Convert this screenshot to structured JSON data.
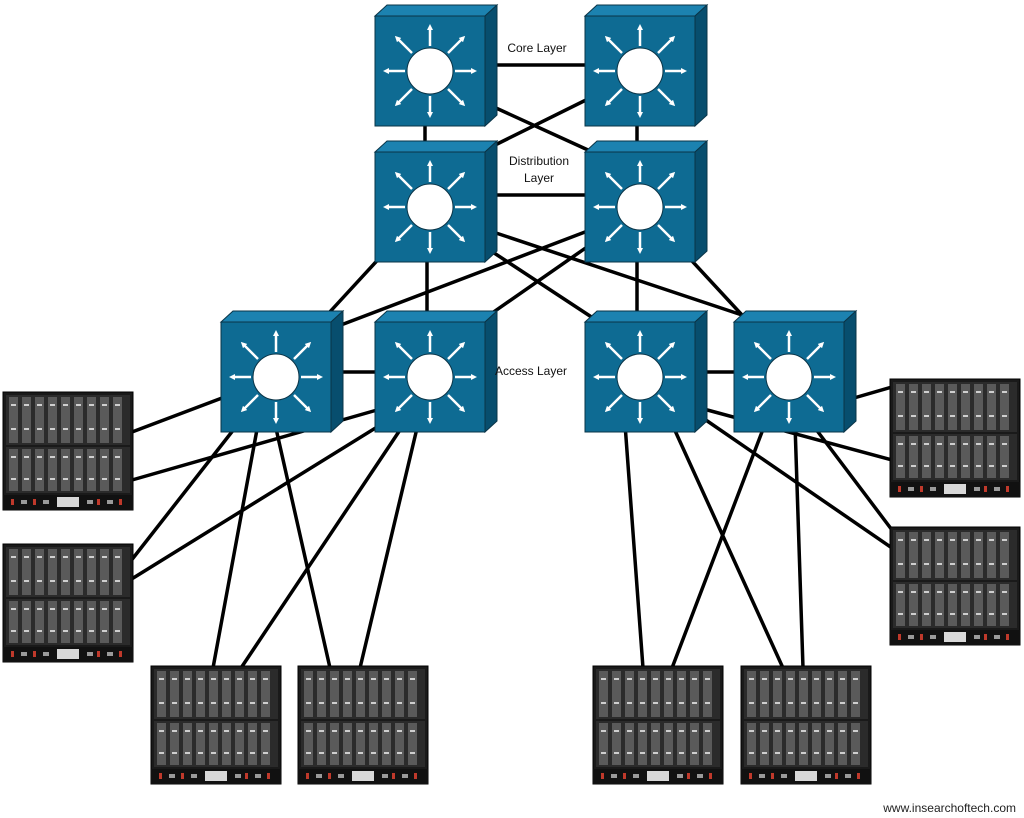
{
  "labels": {
    "core": "Core Layer",
    "distribution_line1": "Distribution",
    "distribution_line2": "Layer",
    "access": "Access Layer"
  },
  "watermark": "www.insearchoftech.com",
  "colors": {
    "switch_front": "#0E6B93",
    "switch_top": "#1C82B0",
    "switch_side": "#074E6E",
    "switch_outline": "#0A3447",
    "server_chassis": "#1A1A1A",
    "link": "#000000"
  },
  "icons": {
    "switch": "layer3-switch-icon",
    "server": "blade-server-chassis-icon"
  }
}
